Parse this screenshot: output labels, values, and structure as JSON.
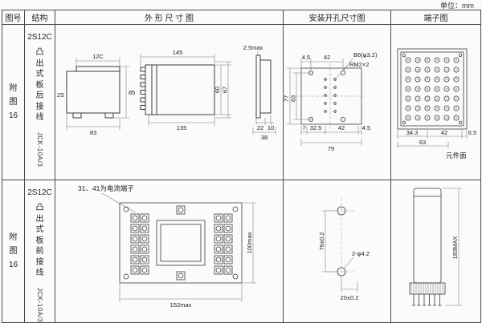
{
  "page": {
    "unit": "单位：mm"
  },
  "headers": {
    "fig": "图号",
    "structure": "结构",
    "outline": "外 形 尺 寸 图",
    "mounting": "安装开孔尺寸图",
    "terminal": "端子图"
  },
  "row1": {
    "fig": "附 图 16",
    "model": "2S12C",
    "desc": "凸出式板后接线",
    "code": "JCK-10A/3",
    "outline": {
      "top_module": "12C",
      "side_module": "2S",
      "height": "85",
      "width": "83",
      "depth_total": "145",
      "depth_body": "135",
      "h_inner": "60",
      "h_outer": "67",
      "panel_thk": "2.5max",
      "d22": "22",
      "d10": "10",
      "d38": "38"
    },
    "mounting": {
      "d45_top": "4.5",
      "d42_top": "42",
      "hole_callout": "B6(φ3.2)",
      "slot_callout": "RM2×2",
      "d77": "77",
      "d63": "63",
      "d7": "7",
      "d325": "32.5",
      "d42_bottom": "42",
      "d45_bottom": "4.5",
      "d79": "79"
    },
    "terminal": {
      "d343": "34.3",
      "d42": "42",
      "d65": "6.5",
      "d63": "63",
      "face": "元件面"
    }
  },
  "row2": {
    "fig": "附 图 16",
    "model": "2S12C",
    "desc": "凸出式板前接线",
    "code": "JCK-10A/3",
    "outline": {
      "note": "31、41为电流端子",
      "height": "100max",
      "width": "152max"
    },
    "mounting": {
      "pitch": "76±0.2",
      "holes": "2-φ4.2",
      "offset": "20±0.2"
    },
    "terminal": {
      "height": "183MAX"
    }
  }
}
